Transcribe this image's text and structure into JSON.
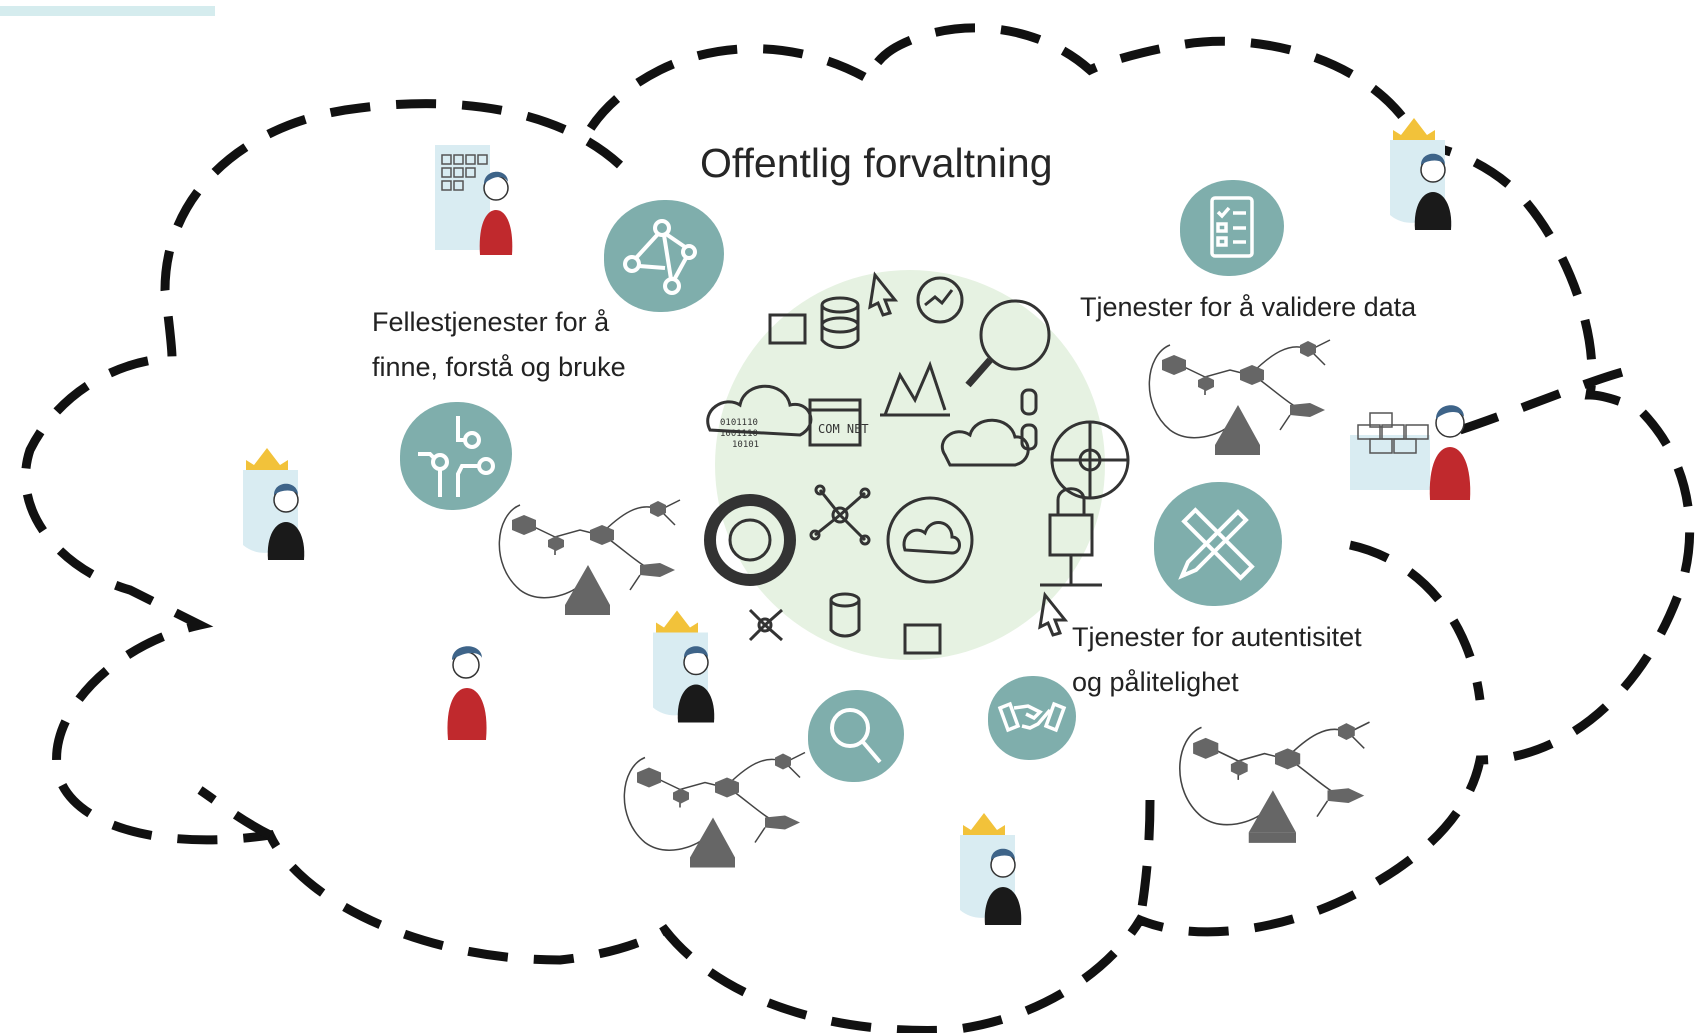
{
  "title": "Offentlig forvaltning",
  "services": {
    "find": {
      "line1": "Fellestjenester for å",
      "line2": "finne, forstå og bruke"
    },
    "validate": {
      "label": "Tjenester for å validere data"
    },
    "authenticity": {
      "line1": "Tjenester for autentisitet",
      "line2": "og pålitelighet"
    }
  },
  "badge_text": "COM NET",
  "colors": {
    "accent": "#7faeac",
    "person_red": "#c0292d",
    "person_black": "#1a1a1a",
    "hair_blue": "#3e6489",
    "crown": "#f2c23a",
    "center_green": "#e6f2e2",
    "cloud_stroke": "#111111"
  },
  "icons": [
    "network-graph-icon",
    "circuit-icon",
    "checklist-icon",
    "tools-icon",
    "magnifier-icon",
    "handshake-icon",
    "crown-person-icon",
    "person-icon",
    "building-person-icon",
    "data-model-diagram"
  ]
}
